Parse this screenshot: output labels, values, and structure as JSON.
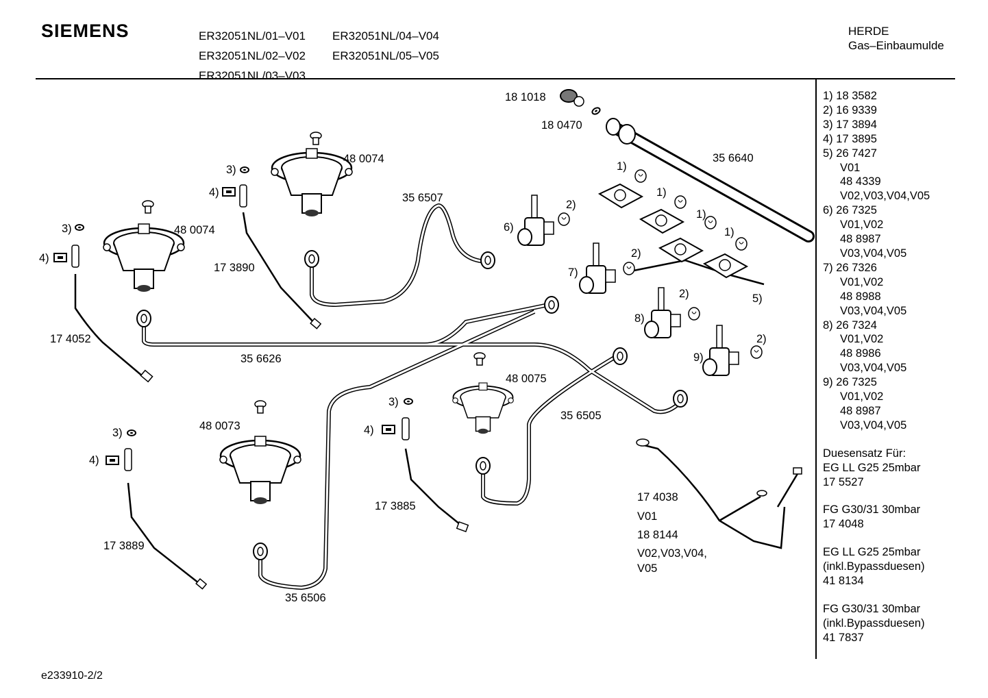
{
  "header": {
    "brand": "SIEMENS",
    "models": [
      [
        "ER32051NL/01–V01",
        "ER32051NL/04–V04"
      ],
      [
        "ER32051NL/02–V02",
        "ER32051NL/05–V05"
      ],
      [
        "ER32051NL/03–V03",
        ""
      ]
    ],
    "category": "HERDE",
    "subcategory": "Gas–Einbaumulde"
  },
  "parts_list": [
    {
      "ref": "1)",
      "num": "18 3582"
    },
    {
      "ref": "2)",
      "num": "16 9339"
    },
    {
      "ref": "3)",
      "num": "17 3894"
    },
    {
      "ref": "4)",
      "num": "17 3895"
    },
    {
      "ref": "5)",
      "num": "26 7427",
      "sub": [
        "V01",
        "48 4339",
        "V02,V03,V04,V05"
      ]
    },
    {
      "ref": "6)",
      "num": "26 7325",
      "sub": [
        "V01,V02",
        "48 8987",
        "V03,V04,V05"
      ]
    },
    {
      "ref": "7)",
      "num": "26 7326",
      "sub": [
        "V01,V02",
        "48 8988",
        "V03,V04,V05"
      ]
    },
    {
      "ref": "8)",
      "num": "26 7324",
      "sub": [
        "V01,V02",
        "48 8986",
        "V03,V04,V05"
      ]
    },
    {
      "ref": "9)",
      "num": "26 7325",
      "sub": [
        "V01,V02",
        "48 8987",
        "V03,V04,V05"
      ]
    }
  ],
  "nozzle_sets": [
    [
      "Duesensatz Für:",
      "EG LL G25 25mbar",
      "17 5527"
    ],
    [
      "FG G30/31 30mbar",
      "17 4048"
    ],
    [
      "EG LL G25 25mbar",
      "(inkl.Bypassduesen)",
      "41 8134"
    ],
    [
      "FG G30/31 30mbar",
      "(inkl.Bypassduesen)",
      "41 7837"
    ]
  ],
  "labels": {
    "p181018": "18 1018",
    "p180470": "18 0470",
    "p356640": "35 6640",
    "p480074a": "48 0074",
    "p480074b": "48 0074",
    "p356507": "35 6507",
    "p173890": "17 3890",
    "p174052": "17 4052",
    "p356626": "35 6626",
    "p480075": "48 0075",
    "p356505": "35 6505",
    "p480073": "48 0073",
    "p173885": "17 3885",
    "p173889": "17 3889",
    "p356506": "35 6506",
    "p174038": "17 4038",
    "v01": "V01",
    "p188144": "18 8144",
    "v02": "V02,V03,V04,",
    "v05": "V05",
    "r1": "1)",
    "r2": "2)",
    "r3": "3)",
    "r4": "4)",
    "r5": "5)",
    "r6": "6)",
    "r7": "7)",
    "r8": "8)",
    "r9": "9)"
  },
  "doc_id": "e233910-2/2"
}
